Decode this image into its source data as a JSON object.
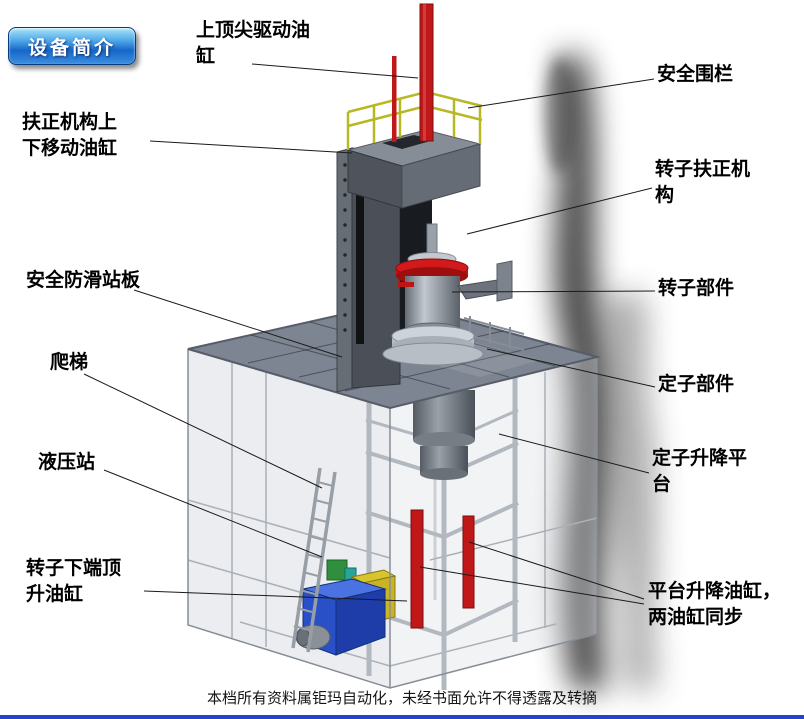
{
  "badge": {
    "label": "设备简介"
  },
  "labels": [
    {
      "name": "top-spindle-drive-cylinder",
      "text": "上顶尖驱动油\n缸"
    },
    {
      "name": "safety-fence",
      "text": "安全围栏"
    },
    {
      "name": "centering-mechanism-lift-cylinder",
      "text": "扶正机构上\n下移动油缸"
    },
    {
      "name": "rotor-centering-mechanism",
      "text": "转子扶正机\n构"
    },
    {
      "name": "anti-slip-standing-plate",
      "text": "安全防滑站板"
    },
    {
      "name": "rotor-component",
      "text": "转子部件"
    },
    {
      "name": "ladder",
      "text": "爬梯"
    },
    {
      "name": "stator-component",
      "text": "定子部件"
    },
    {
      "name": "hydraulic-station",
      "text": "液压站"
    },
    {
      "name": "stator-lift-platform",
      "text": "定子升降平\n台"
    },
    {
      "name": "rotor-bottom-jack-cylinder",
      "text": "转子下端顶\n升油缸"
    },
    {
      "name": "platform-lift-cylinders",
      "text": "平台升降油缸，\n两油缸同步"
    }
  ],
  "footer": {
    "text": "本档所有资料属钜玛自动化，未经书面允许不得透露及转摘"
  },
  "colors": {
    "badge_blue": "#1566c8",
    "leader_line": "#1a1a1a",
    "cylinder_red": "#c01818",
    "railing_yellow": "#b8b824",
    "hydraulic_blue": "#2a50c8",
    "hydraulic_yellow": "#c8b424",
    "platform_gray": "#7e8592",
    "column_gray": "#4b5058",
    "bottom_bar_blue": "#2444cc"
  }
}
